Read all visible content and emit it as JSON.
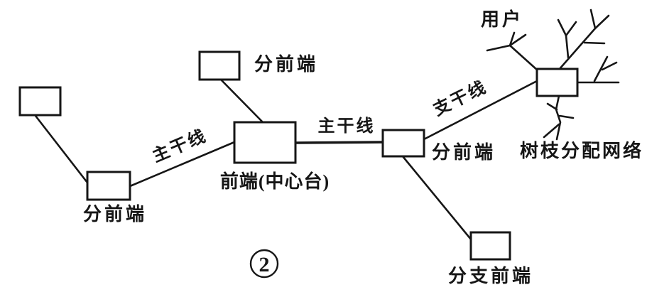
{
  "figure": {
    "number": "2",
    "description_type": "cable-tv tree-and-branch network topology diagram"
  },
  "colors": {
    "ink": "#161616",
    "background": "#ffffff"
  },
  "labels": {
    "sub_headend_left": "分前端",
    "sub_headend_top": "分前端",
    "sub_headend_right": "分前端",
    "central_headend": "前端(中心台)",
    "trunk_line_left": "主干线",
    "trunk_line_right": "主干线",
    "branch_trunk_line": "支干线",
    "subscriber": "用户",
    "tree_distribution_network": "树枝分配网络",
    "branch_headend": "分支前端"
  }
}
